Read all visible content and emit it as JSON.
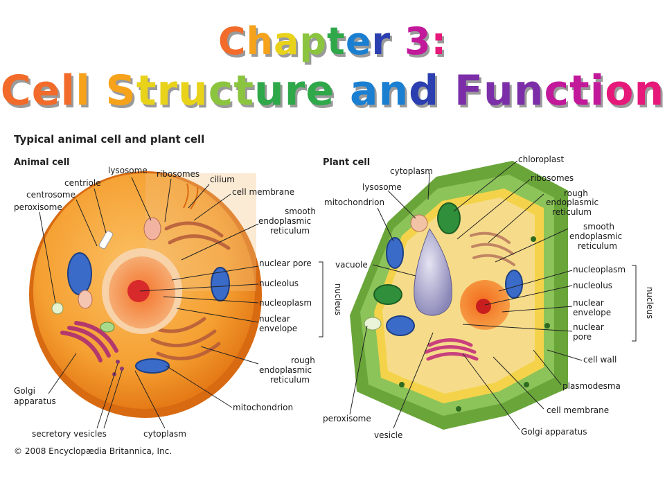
{
  "title": {
    "line1": "Chapter 3:",
    "line2": "Cell Structure and Function",
    "colors": [
      "#f26b2a",
      "#f6a21a",
      "#e9d21a",
      "#8bc43f",
      "#2fa84a",
      "#1b7fd1",
      "#2b3fb0",
      "#7b2ea8",
      "#c2189a",
      "#e6197a"
    ]
  },
  "figure": {
    "heading": "Typical animal cell and plant cell",
    "credit": "© 2008 Encyclopædia Britannica, Inc."
  },
  "animal": {
    "heading": "Animal cell",
    "labels": {
      "lysosome": "lysosome",
      "ribosomes": "ribosomes",
      "cilium": "cilium",
      "centriole": "centriole",
      "centrosome": "centrosome",
      "cell_membrane": "cell membrane",
      "peroxisome": "peroxisome",
      "smooth_er_1": "smooth",
      "smooth_er_2": "endoplasmic",
      "smooth_er_3": "reticulum",
      "nuclear_pore": "nuclear pore",
      "nucleolus": "nucleolus",
      "nucleoplasm": "nucleoplasm",
      "nuclear_envelope_1": "nuclear",
      "nuclear_envelope_2": "envelope",
      "nucleus": "nucleus",
      "rough_er_1": "rough",
      "rough_er_2": "endoplasmic",
      "rough_er_3": "reticulum",
      "golgi_1": "Golgi",
      "golgi_2": "apparatus",
      "mitochondrion": "mitochondrion",
      "secretory_vesicles": "secretory vesicles",
      "cytoplasm": "cytoplasm"
    }
  },
  "plant": {
    "heading": "Plant cell",
    "labels": {
      "chloroplast": "chloroplast",
      "cytoplasm": "cytoplasm",
      "ribosomes": "ribosomes",
      "lysosome": "lysosome",
      "rough_er_1": "rough",
      "rough_er_2": "endoplasmic",
      "rough_er_3": "reticulum",
      "mitochondrion": "mitochondrion",
      "smooth_er_1": "smooth",
      "smooth_er_2": "endoplasmic",
      "smooth_er_3": "reticulum",
      "vacuole": "vacuole",
      "nucleoplasm": "nucleoplasm",
      "nucleolus": "nucleolus",
      "nuclear_envelope_1": "nuclear",
      "nuclear_envelope_2": "envelope",
      "nuclear_pore_1": "nuclear",
      "nuclear_pore_2": "pore",
      "nucleus": "nucleus",
      "cell_wall": "cell wall",
      "plasmodesma": "plasmodesma",
      "cell_membrane": "cell membrane",
      "peroxisome": "peroxisome",
      "vesicle": "vesicle",
      "golgi": "Golgi apparatus"
    }
  }
}
